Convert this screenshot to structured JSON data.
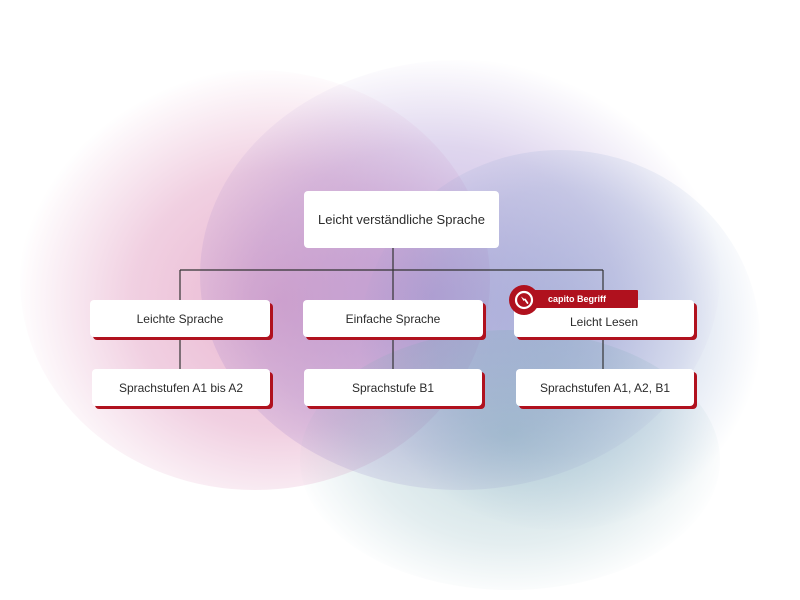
{
  "diagram": {
    "root": {
      "label": "Leicht verständliche Sprache"
    },
    "level1": [
      {
        "label": "Leichte Sprache"
      },
      {
        "label": "Einfache Sprache"
      },
      {
        "label": "Leicht Lesen"
      }
    ],
    "level2": [
      {
        "label": "Sprachstufen A1 bis A2"
      },
      {
        "label": "Sprachstufe B1"
      },
      {
        "label": "Sprachstufen A1, A2, B1"
      }
    ],
    "badge": {
      "label": "capito Begriff",
      "icon": "capito-logo-icon"
    }
  },
  "colors": {
    "accent": "#b0111e",
    "line": "#333333",
    "box": "#ffffff",
    "text": "#2b2b2b"
  }
}
